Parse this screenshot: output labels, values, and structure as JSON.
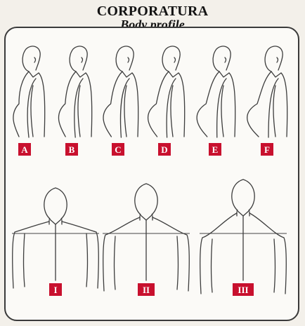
{
  "header": {
    "title": "CORPORATURA",
    "subtitle": "Body profile"
  },
  "profiles": [
    {
      "label": "A",
      "belly": 0
    },
    {
      "label": "B",
      "belly": 0.2
    },
    {
      "label": "C",
      "belly": 0.4
    },
    {
      "label": "D",
      "belly": 0.6
    },
    {
      "label": "E",
      "belly": 0.8
    },
    {
      "label": "F",
      "belly": 1.0
    }
  ],
  "shoulders": [
    {
      "label": "I",
      "slope": 0
    },
    {
      "label": "II",
      "slope": 0.5
    },
    {
      "label": "III",
      "slope": 1.0
    }
  ],
  "colors": {
    "tag_background": "#c8102e",
    "tag_text": "#ffffff",
    "line": "#3d3d3d"
  }
}
